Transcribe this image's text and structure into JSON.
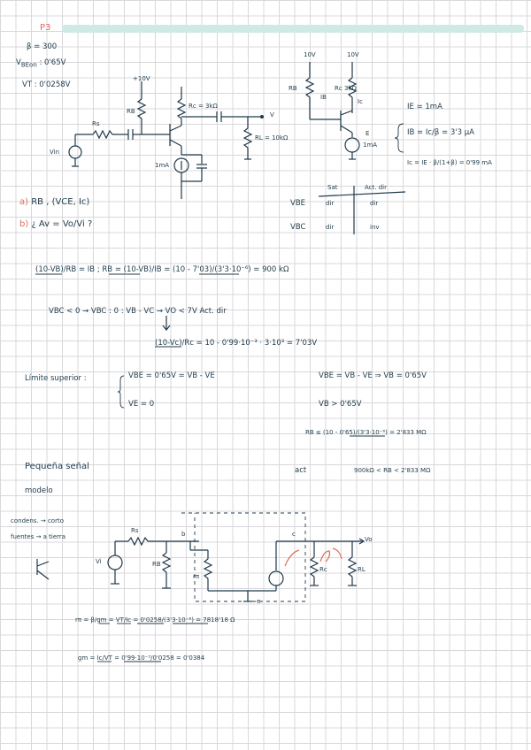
{
  "header": {
    "problem_label": "P3"
  },
  "given": {
    "beta": "β = 300",
    "vbe_on": "V",
    "vbe_on_sub": "BEon",
    "vbe_on_val": ": 0'65V",
    "vt": "VT : 0'0258V"
  },
  "circuit1": {
    "vcc": "+10V",
    "rb": "RB",
    "rc": "Rc = 3kΩ",
    "rs": "Rs",
    "vin": "Vin",
    "rl": "RL = 10kΩ",
    "v_out": "V",
    "current": "1mA"
  },
  "circuit2": {
    "vcc1": "10V",
    "vcc2": "10V",
    "rb": "RB",
    "ib": "IB",
    "rc": "Rc 3kΩ",
    "ic": "Ic",
    "e": "E",
    "current": "1mA"
  },
  "questions": {
    "a_label": "a)",
    "a_text": "RB , (VCE, Ic)",
    "b_label": "b)",
    "b_text": "¿ Av = Vo/Vi ?"
  },
  "right_eqs": {
    "ie": "IE = 1mA",
    "ib": "IB = Ic/β = 3'3 μA",
    "ic": "Ic = IE · β/(1+β) = 0'99 mA"
  },
  "table": {
    "col_sat": "Sat",
    "col_act": "Act. dir",
    "row1_label": "VBE",
    "row1_sat": "dir",
    "row1_act": "dir",
    "row2_label": "VBC",
    "row2_sat": "dir",
    "row2_act": "inv"
  },
  "calc": {
    "line1": "(10-VB)/RB = IB ; RB = (10-VB)/IB = (10 - 7'03)/(3'3·10⁻⁶) = 900 kΩ",
    "line2": "VBC < 0 → VBC : 0 : VB - VC → VO < 7V   Act. dir",
    "line3": "(10-Vc)/Rc = 10 - 0'99·10⁻³ · 3·10³ = 7'03V",
    "limit_label": "Límite superior :",
    "limit_eq1": "VBE = 0'65V = VB - VE",
    "limit_eq2": "VE = 0",
    "limit_r1": "VBE = VB - VE ⇒ VB = 0'65V",
    "limit_r2": "VB > 0'65V",
    "rb_bound": "RB ≤ (10 - 0'65)/(3'3·10⁻⁶) = 2'833 MΩ",
    "act": "act",
    "range": "900kΩ < RB < 2'833 MΩ"
  },
  "small_signal": {
    "title": "Pequeña señal",
    "model": "modelo",
    "note1": "condens. → corto",
    "note2": "fuentes → a tierra",
    "rs": "Rs",
    "vi": "Vi",
    "rb": "RB",
    "rpi": "rπ",
    "b": "b",
    "c": "c",
    "e": "e",
    "vo": "Vo",
    "rc": "Rc",
    "rl": "RL",
    "eq_rpi": "rπ = β/gm = VT/Ic = 0'0258/(3'3·10⁻⁶) = 7818'18 Ω",
    "eq_gm": "gm = Ic/VT = 0'99·10⁻³/0'0258 = 0'0384"
  },
  "colors": {
    "ink": "#1f3a4a",
    "accent": "#e06a5a",
    "header_bar": "#cfe9e4",
    "grid": "#d8d8dc"
  }
}
